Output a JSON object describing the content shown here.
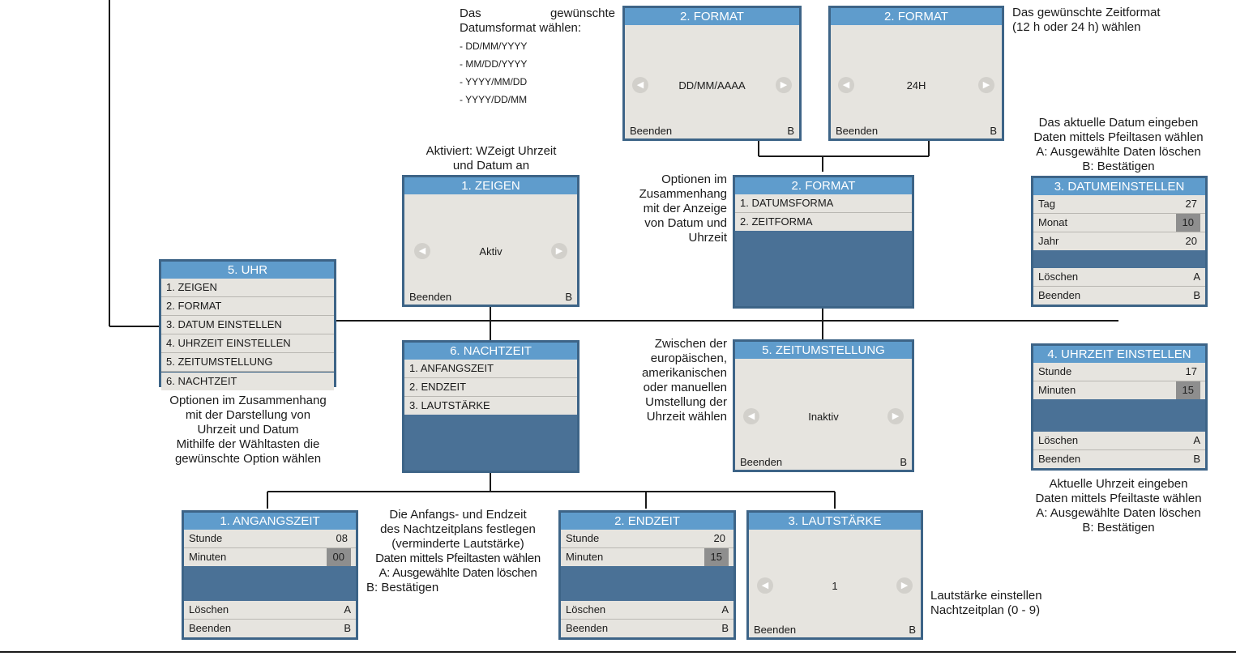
{
  "screens": {
    "uhr": {
      "title": "5. UHR",
      "items": [
        "1. ZEIGEN",
        "2. FORMAT",
        "3. DATUM EINSTELLEN",
        "4. UHRZEIT EINSTELLEN",
        "5. ZEITUMSTELLUNG",
        "6. NACHTZEIT"
      ]
    },
    "zeigen": {
      "title": "1. ZEIGEN",
      "value": "Aktiv",
      "footer_label": "Beenden",
      "footer_key": "B"
    },
    "nachtzeit": {
      "title": "6. NACHTZEIT",
      "items": [
        "1. ANFANGSZEIT",
        "2. ENDZEIT",
        "3. LAUTSTÄRKE"
      ]
    },
    "format_menu": {
      "title": "2. FORMAT",
      "items": [
        "1. DATUMSFORMA",
        "2. ZEITFORMA"
      ]
    },
    "format_date": {
      "title": "2. FORMAT",
      "value": "DD/MM/AAAA",
      "footer_label": "Beenden",
      "footer_key": "B"
    },
    "format_time": {
      "title": "2. FORMAT",
      "value": "24H",
      "footer_label": "Beenden",
      "footer_key": "B"
    },
    "zeitumstellung": {
      "title": "5. ZEITUMSTELLUNG",
      "value": "Inaktiv",
      "footer_label": "Beenden",
      "footer_key": "B"
    },
    "datum": {
      "title": "3. DATUMEINSTELLEN",
      "rows": [
        {
          "label": "Tag",
          "value": "27"
        },
        {
          "label": "Monat",
          "value": "10"
        },
        {
          "label": "Jahr",
          "value": "20"
        }
      ],
      "loeschen_label": "Löschen",
      "loeschen_key": "A",
      "beenden_label": "Beenden",
      "beenden_key": "B"
    },
    "uhrzeit": {
      "title": "4. UHRZEIT EINSTELLEN",
      "rows": [
        {
          "label": "Stunde",
          "value": "17"
        },
        {
          "label": "Minuten",
          "value": "15"
        }
      ],
      "loeschen_label": "Löschen",
      "loeschen_key": "A",
      "beenden_label": "Beenden",
      "beenden_key": "B"
    },
    "angangszeit": {
      "title": "1. ANGANGSZEIT",
      "rows": [
        {
          "label": "Stunde",
          "value": "08"
        },
        {
          "label": "Minuten",
          "value": "00"
        }
      ],
      "loeschen_label": "Löschen",
      "loeschen_key": "A",
      "beenden_label": "Beenden",
      "beenden_key": "B"
    },
    "endzeit": {
      "title": "2. ENDZEIT",
      "rows": [
        {
          "label": "Stunde",
          "value": "20"
        },
        {
          "label": "Minuten",
          "value": "15"
        }
      ],
      "loeschen_label": "Löschen",
      "loeschen_key": "A",
      "beenden_label": "Beenden",
      "beenden_key": "B"
    },
    "lautstaerke": {
      "title": "3. LAUTSTÄRKE",
      "value": "1",
      "footer_label": "Beenden",
      "footer_key": "B"
    }
  },
  "notes": {
    "date_format": {
      "line1_a": "Das",
      "line1_b": "gewünschte",
      "line2": "Datumsformat wählen:",
      "options": [
        "- DD/MM/YYYY",
        "- MM/DD/YYYY",
        "- YYYY/MM/DD",
        "- YYYY/DD/MM"
      ]
    },
    "time_format": [
      "Das gewünschte Zeitformat",
      "(12 h oder 24 h) wählen"
    ],
    "zeigen": [
      "Aktiviert: WZeigt Uhrzeit",
      "und Datum an"
    ],
    "format_menu": [
      "Optionen im",
      "Zusammenhang",
      "mit der Anzeige",
      "von Datum und",
      "Uhrzeit"
    ],
    "datum": [
      "Das aktuelle Datum eingeben",
      "Daten mittels Pfeiltasen wählen",
      "A: Ausgewählte Daten löschen",
      "B: Bestätigen"
    ],
    "uhr": [
      "Optionen im Zusammenhang",
      "mit der Darstellung von",
      "Uhrzeit und Datum",
      "Mithilfe der Wähltasten die",
      "gewünschte Option wählen"
    ],
    "zeitumstellung": [
      "Zwischen der",
      "europäischen,",
      "amerikanischen",
      "oder manuellen",
      "Umstellung der",
      "Uhrzeit wählen"
    ],
    "uhrzeit": [
      "Aktuelle Uhrzeit eingeben",
      "Daten mittels Pfeiltaste wählen",
      "A: Ausgewählte Daten löschen",
      "B: Bestätigen"
    ],
    "nachtzeit": [
      "Die Anfangs- und Endzeit",
      "des Nachtzeitplans festlegen",
      "(verminderte Lautstärke)",
      "Daten mittels Pfeiltasten wählen",
      "A: Ausgewählte Daten löschen",
      "B: Bestätigen"
    ],
    "lautstaerke": [
      "Lautstärke einstellen",
      "Nachtzeitplan (0 - 9)"
    ]
  },
  "colors": {
    "title_bar": "#5f9ccc",
    "screen_body": "#4a7196",
    "menu_row": "#e6e4df",
    "highlight": "#8e8e8e"
  }
}
